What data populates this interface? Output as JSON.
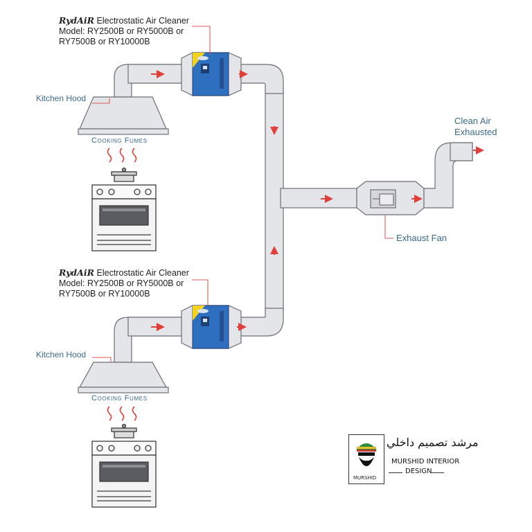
{
  "top_unit": {
    "brand": "RydAiR",
    "line1": "Electrostatic Air Cleaner",
    "line2": "Model: RY2500B or RY5000B or",
    "line3": "RY7500B or RY10000B",
    "hood_label": "Kitchen Hood",
    "fumes_label": "Cooking Fumes"
  },
  "bottom_unit": {
    "brand": "RydAiR",
    "line1": "Electrostatic Air Cleaner",
    "line2": "Model: RY2500B or RY5000B or",
    "line3": "RY7500B or RY10000B",
    "hood_label": "Kitchen Hood",
    "fumes_label": "Cooking Fumes"
  },
  "clean_air": {
    "line1": "Clean Air",
    "line2": "Exhausted"
  },
  "exhaust_fan_label": "Exhaust Fan",
  "logo": {
    "arabic": "مرشد تصميم داخلي",
    "line1": "MURSHID INTERIOR",
    "line2": "DESIGN",
    "caption": "MURSHID"
  },
  "colors": {
    "duct": "#e4e5e9",
    "duct_stroke": "#6b6e76",
    "cleaner_blue": "#2f6fc0",
    "cleaner_yellow": "#f2d21c",
    "arrow": "#e0403a",
    "leader": "#e05a55",
    "label_blue": "#3a6a8c"
  }
}
